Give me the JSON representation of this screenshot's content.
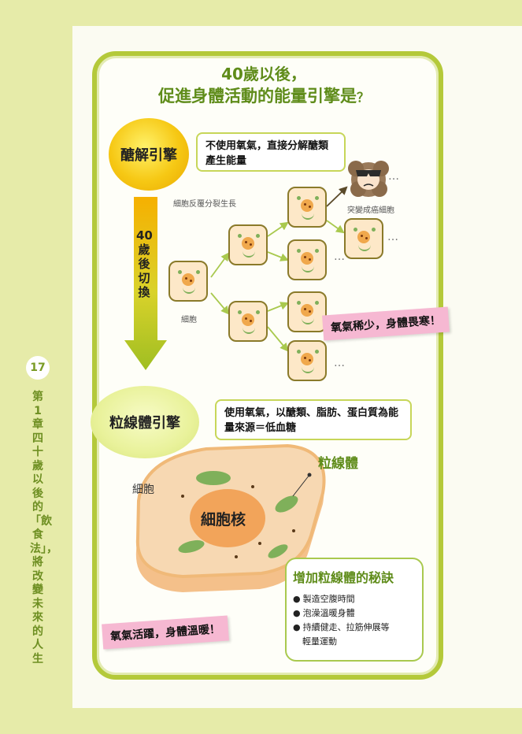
{
  "title_line1": "40歲以後，",
  "title_line2": "促進身體活動的能量引擎是",
  "title_q": "？",
  "glycolysis_engine": "醣解引擎",
  "glycolysis_note": "不使用氧氣，直接分解醣類產生能量",
  "cell_division_label": "細胞反覆分裂生長",
  "cancer_label": "突變成癌細胞",
  "cell_label": "細胞",
  "switch_text": "40歲後切換",
  "low_oxygen": "氧氣稀少，身體畏寒！",
  "mito_engine": "粒線體引擎",
  "mito_note": "使用氧氣，以醣類、脂肪、蛋白質為能量來源＝低血糖",
  "cell_label2": "細胞",
  "nucleus_label": "細胞核",
  "mitochondria_label": "粒線體",
  "secret_title": "增加粒線體的秘訣",
  "secret_items": [
    "製造空腹時間",
    "泡澡溫暖身體",
    "持續健走、拉筋伸展等"
  ],
  "secret_item3_cont": "輕量運動",
  "high_oxygen": "氧氣活躍，身體溫暖！",
  "page_number": "17",
  "side_text": "第1章　四十歲以後的「飲食法」，將改變未來的人生",
  "colors": {
    "green_accent": "#5f8c1a",
    "frame": "#b4c93a",
    "cell_fill": "#fde8c8",
    "cell_border": "#8a7a2a",
    "nucleus": "#f0a84c",
    "pink_note": "#f6b8d2"
  }
}
